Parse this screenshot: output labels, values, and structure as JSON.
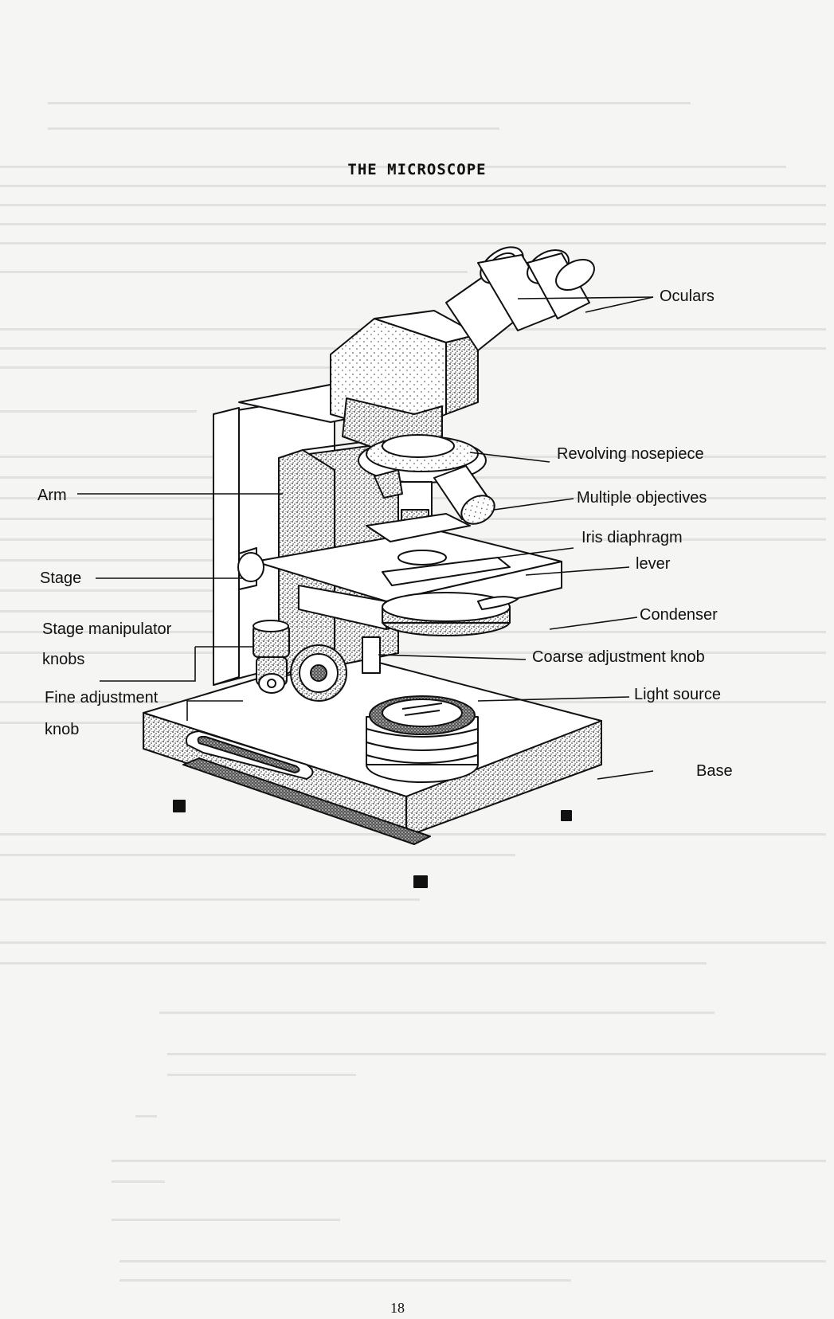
{
  "title": "THE MICROSCOPE",
  "labels": {
    "oculars": "Oculars",
    "revolving_nosepiece": "Revolving nosepiece",
    "multiple_objectives": "Multiple objectives",
    "iris_diaphragm": "Iris diaphragm",
    "lever": "lever",
    "arm": "Arm",
    "stage": "Stage",
    "stage_manipulator_1": "Stage manipulator",
    "stage_manipulator_2": "knobs",
    "condenser": "Condenser",
    "coarse_adjustment": "Coarse adjustment knob",
    "fine_adjustment_1": "Fine adjustment",
    "fine_adjustment_2": "knob",
    "light_source": "Light source",
    "base": "Base"
  },
  "page_number": "18"
}
